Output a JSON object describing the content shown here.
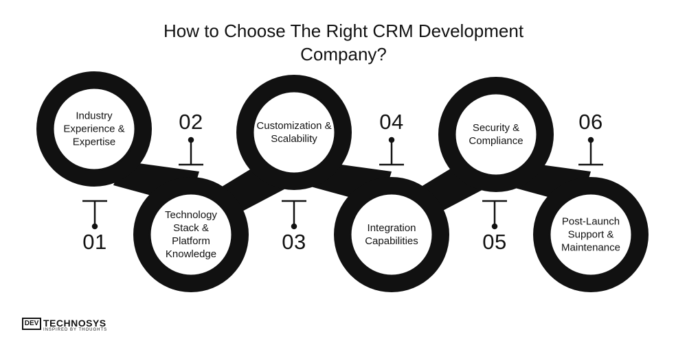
{
  "title": {
    "line1": "How to Choose The Right CRM Development",
    "line2": "Company?"
  },
  "steps": [
    {
      "number": "01",
      "label": "Industry Experience & Expertise"
    },
    {
      "number": "02",
      "label": "Technology Stack & Platform Knowledge"
    },
    {
      "number": "03",
      "label": "Customization & Scalability"
    },
    {
      "number": "04",
      "label": "Integration Capabilities"
    },
    {
      "number": "05",
      "label": "Security & Compliance"
    },
    {
      "number": "06",
      "label": "Post-Launch Support & Maintenance"
    }
  ],
  "logo": {
    "mark": "DEV",
    "name": "TECHNOSYS",
    "tagline": "INSPIRED BY THOUGHTS"
  },
  "colors": {
    "ring": "#111111",
    "background": "#ffffff",
    "text": "#111111"
  }
}
